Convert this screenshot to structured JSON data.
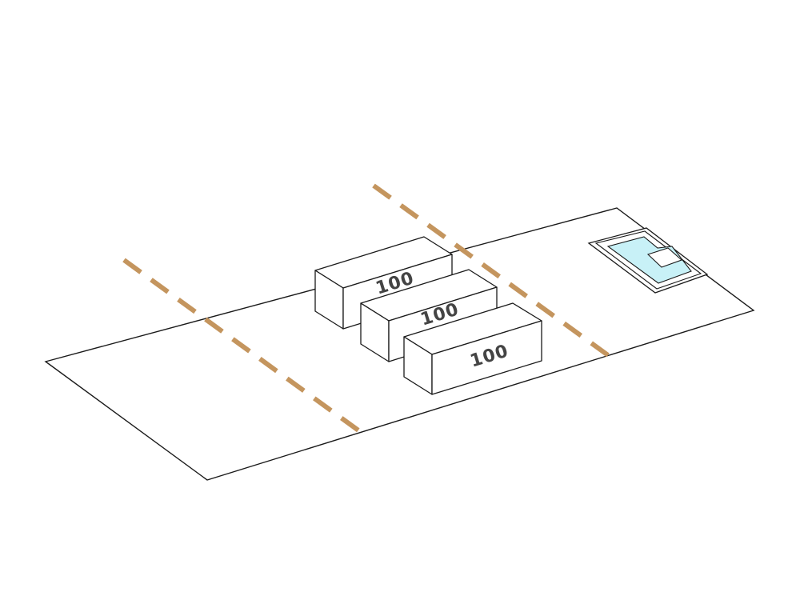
{
  "colors": {
    "background": "#ffffff",
    "line": "#1a1a1a",
    "dashed_line": "#c4955e",
    "pool_water": "#c8f1f7",
    "label_text": "#444444"
  },
  "blocks": [
    {
      "label": "100"
    },
    {
      "label": "100"
    },
    {
      "label": "100"
    }
  ],
  "icons": {
    "pool": "swimming-pool-icon"
  }
}
